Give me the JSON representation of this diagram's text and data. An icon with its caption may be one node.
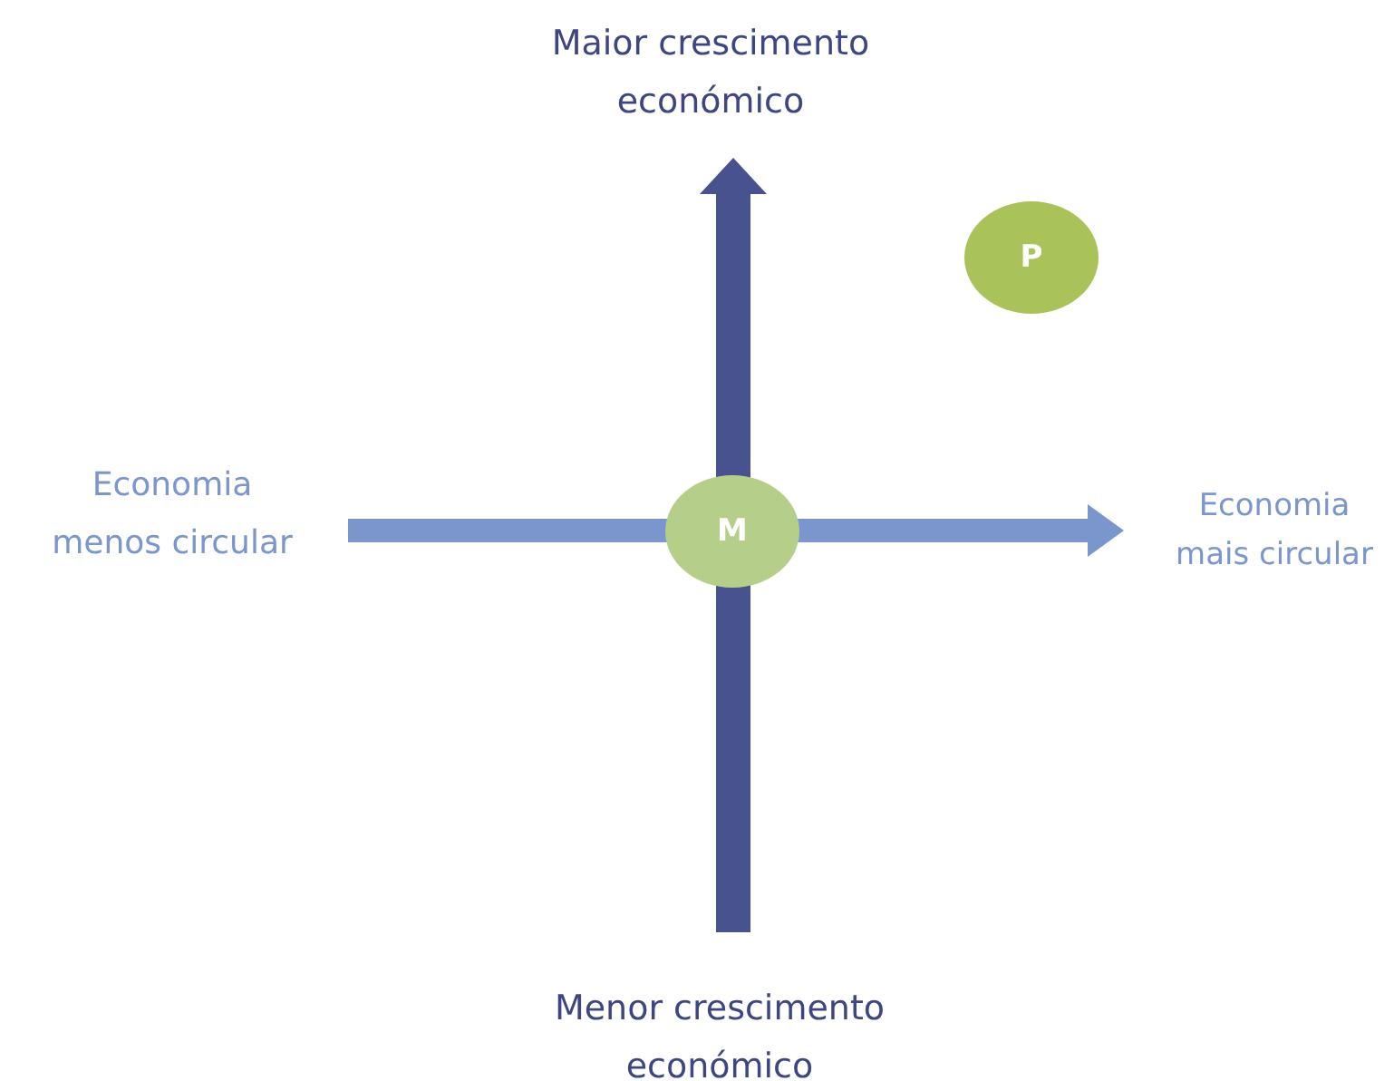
{
  "diagram": {
    "nodes": [
      {
        "text": [
          "M"
        ]
      },
      {
        "text": [
          "P"
        ]
      }
    ],
    "labels": [
      "Maior crescimento económico",
      "Economia menos circular",
      "Economia mais circular",
      "Menor crescimento económico"
    ]
  }
}
